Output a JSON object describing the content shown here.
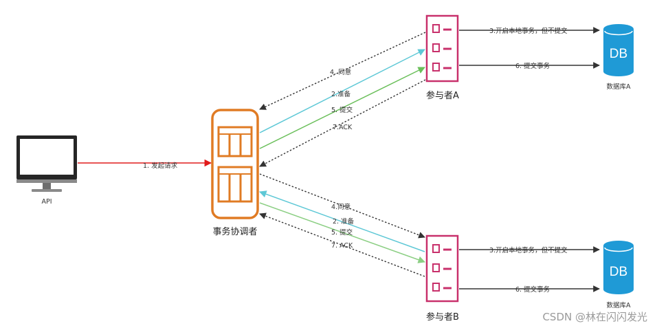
{
  "nodes": {
    "api": {
      "label": "API"
    },
    "coordinator": {
      "label": "事务协调者"
    },
    "participant_a": {
      "label": "参与者A"
    },
    "participant_b": {
      "label": "参与者B"
    },
    "db_a": {
      "label": "数据库A",
      "icon_text": "DB"
    },
    "db_b": {
      "label": "数据库A",
      "icon_text": "DB"
    }
  },
  "edges": {
    "api_request": "1. 发起请求",
    "a_agree": "4. 同意",
    "a_prepare": "2.准备",
    "a_commit": "5. 提交",
    "a_ack": "7.ACK",
    "b_agree": "4.同意",
    "b_prepare": "2. 准备",
    "b_commit": "5. 提交",
    "b_ack": "7. ACK",
    "a_db_begin": "3.开启本地事务，但不提交",
    "a_db_commit": "6. 提交事务",
    "b_db_begin": "3.开启本地事务，但不提交",
    "b_db_commit": "6. 提交事务"
  },
  "watermark": "CSDN @林在闪闪发光",
  "colors": {
    "request": "#e11b1b",
    "prepare": "#5ec8d6",
    "commit": "#6abf5a",
    "commit_b": "#8ccf84",
    "reply": "#333333",
    "coordinator": "#e07b24",
    "participant": "#c8306b",
    "database": "#1f9ad6",
    "db_line": "#333333"
  },
  "icons": {
    "api": "monitor-icon",
    "coordinator": "server-rack-icon",
    "participant": "checklist-icon",
    "database": "database-cylinder-icon"
  }
}
